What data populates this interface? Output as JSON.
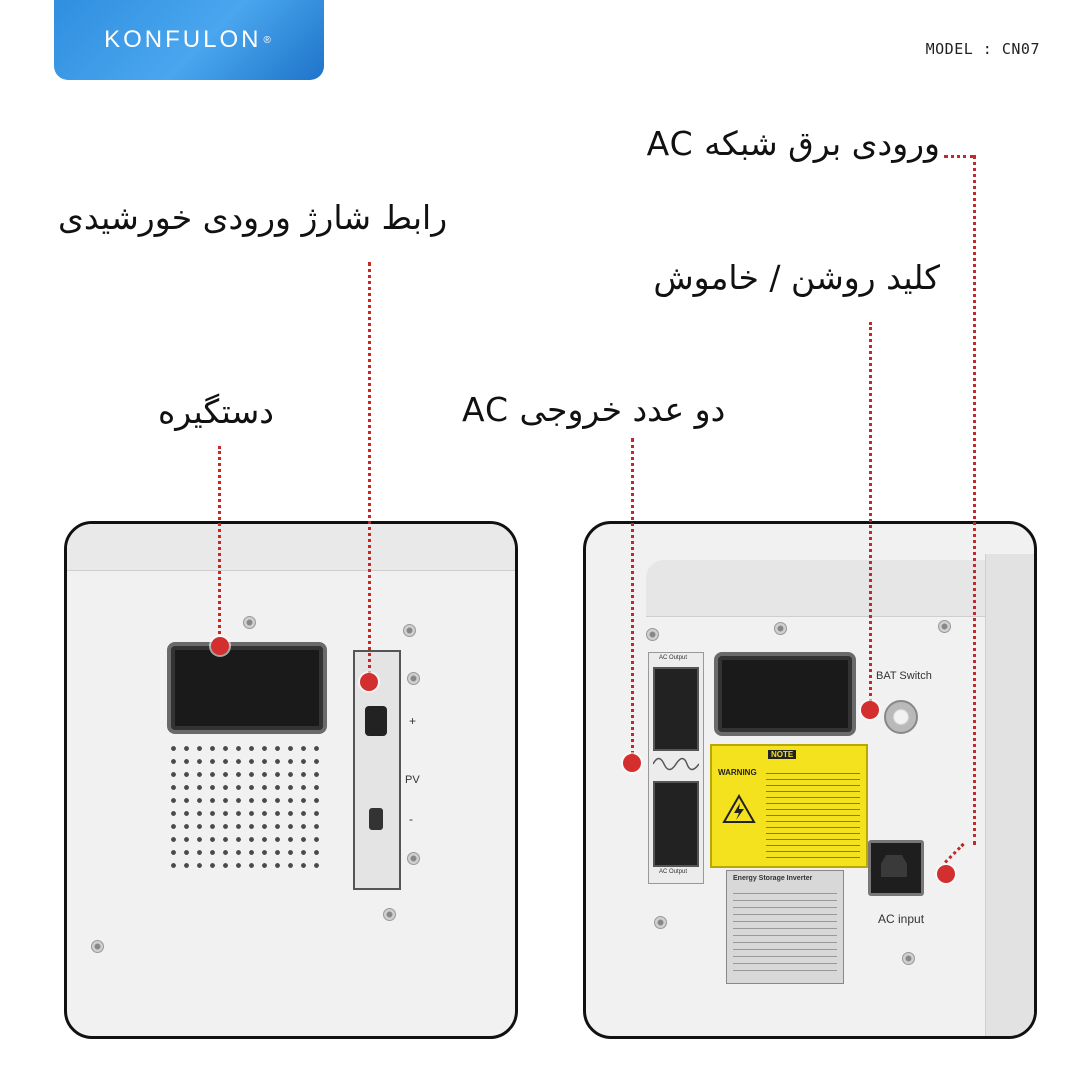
{
  "brand": {
    "logo_text": "KONFULON",
    "registered": "®"
  },
  "model": "MODEL : CN07",
  "labels": {
    "ac_grid_input": "ورودی برق شبکه AC",
    "solar_input": "رابط شارژ ورودی خورشیدی",
    "power_switch": "کلید روشن / خاموش",
    "handle": "دستگیره",
    "ac_outputs": "دو عدد خروجی AC"
  },
  "left_panel": {
    "pv_label": "PV",
    "plus": "+",
    "minus": "-"
  },
  "right_panel": {
    "ac_output_top": "AC Output",
    "ac_output_bottom": "AC Output",
    "bat_switch": "BAT Switch",
    "ac_input": "AC input",
    "note_title": "NOTE",
    "warning": "WARNING",
    "nameplate_title": "Energy Storage Inverter"
  },
  "colors": {
    "accent": "#d32f2f",
    "brand_blue": "#2f8fe0",
    "note_yellow": "#f5e21f"
  }
}
